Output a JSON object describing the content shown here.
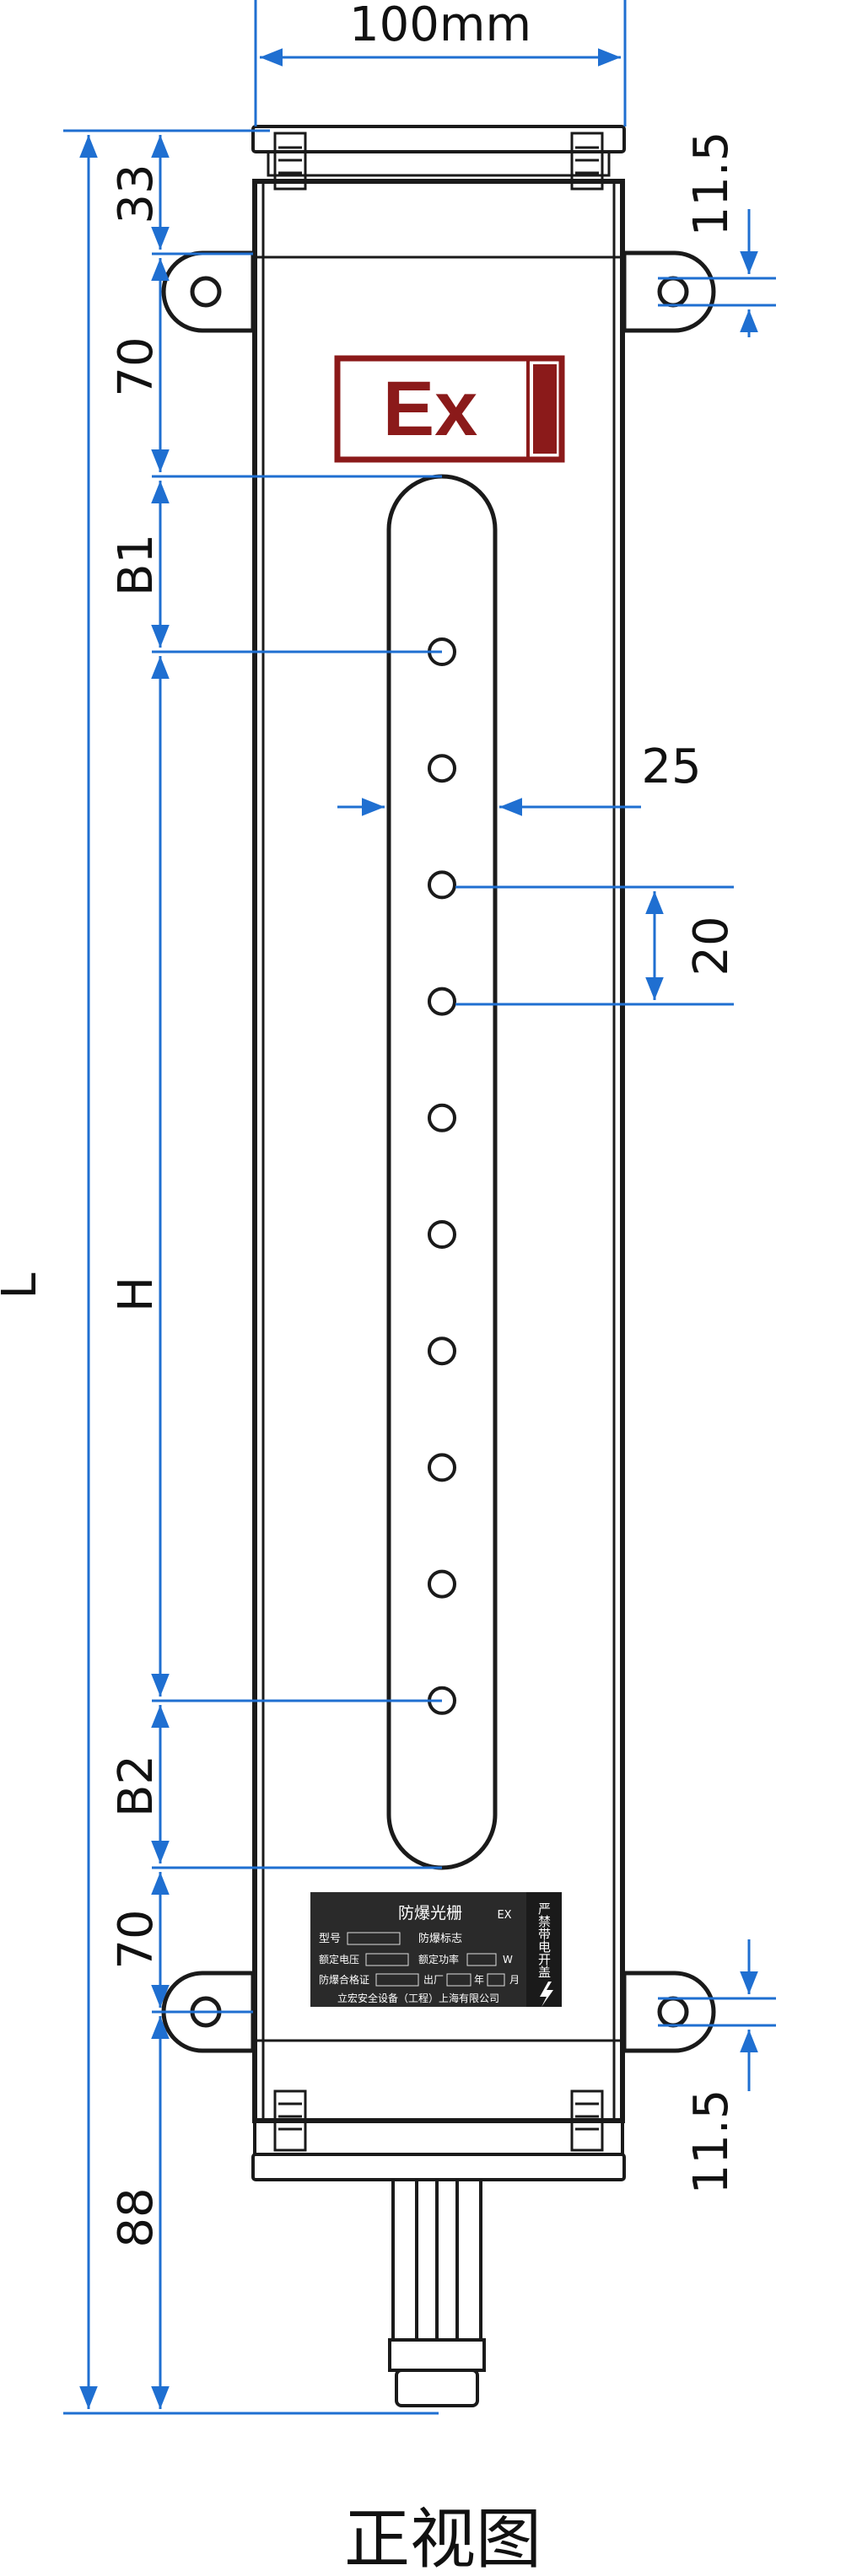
{
  "dimensions": {
    "width": "100mm",
    "top_offset": "33",
    "hole_top": "70",
    "b1": "B1",
    "h": "H",
    "b2": "B2",
    "hole_bottom": "70",
    "bottom_offset": "88",
    "length": "L",
    "slot_width": "25",
    "pitch": "20",
    "hole_dia_top": "11.5",
    "hole_dia_bottom": "11.5"
  },
  "ex_mark": "Ex",
  "nameplate": {
    "title": "防爆光栅",
    "ex": "EX",
    "model_label": "型号",
    "marking_label": "防爆标志",
    "voltage_label": "额定电压",
    "power_label": "额定功率",
    "power_unit": "W",
    "cert_label": "防爆合格证",
    "factory_label": "出厂",
    "year_label": "年",
    "month_label": "月",
    "company": "立宏安全设备（工程）上海有限公司",
    "side_warning": "严禁带电开盖"
  },
  "caption": "正视图",
  "colors": {
    "dimension_line": "#1f6fd1",
    "outline": "#1a1a1a",
    "ex_red": "#8b1a1a",
    "nameplate_bg": "#2a2a2a"
  }
}
